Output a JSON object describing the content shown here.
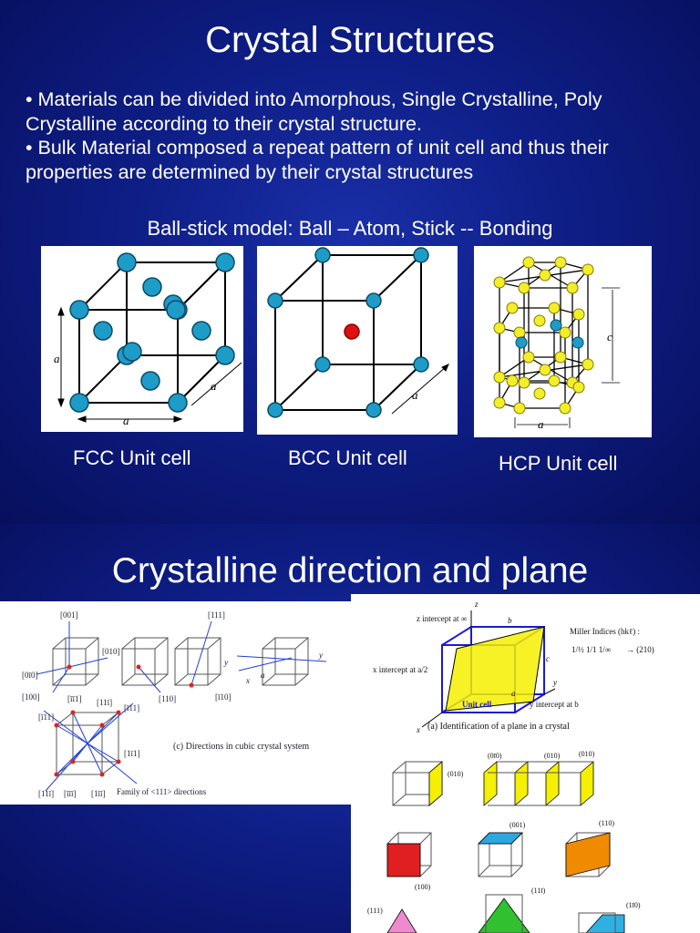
{
  "slide1": {
    "title": "Crystal Structures",
    "bullets": [
      "• Materials can be divided into Amorphous, Single Crystalline, Poly Crystalline according to their crystal structure.",
      "• Bulk Material composed a repeat pattern of unit cell and thus their properties are determined by their crystal structures"
    ],
    "caption": "Ball-stick model: Ball – Atom, Stick -- Bonding",
    "cells": [
      {
        "label": "FCC Unit cell",
        "axis_a": "a"
      },
      {
        "label": "BCC Unit cell",
        "axis_a": "a"
      },
      {
        "label": "HCP Unit cell",
        "axis_a": "a",
        "axis_c": "c"
      }
    ],
    "colors": {
      "atom_blue": "#1e9cc8",
      "atom_red": "#e01010",
      "atom_yellow": "#f2ef2a"
    }
  },
  "slide2": {
    "title": "Crystalline direction and plane",
    "left_fig": {
      "labels": {
        "d001": "[001]",
        "d010": "[010]",
        "d0b10": "[0ī0]",
        "d100": "[100]",
        "d111": "[111]",
        "d110": "[110]",
        "db110": "[ī10]",
        "y": "y",
        "x": "x",
        "a": "a",
        "f_t1": "[īī1]",
        "f_t2": "[11ī]",
        "f_l": "[ī11]",
        "f_r": "[ī11]",
        "f_rb": "[1ī1]",
        "f_b1": "[11ī]",
        "f_b2": "[īīī]",
        "f_b3": "[1īī]"
      },
      "caption": "(c) Directions in cubic crystal system",
      "family": "Family of <111> directions"
    },
    "right_fig": {
      "z_intercept": "z intercept at ∞",
      "miller": "Miller Indices (hkℓ) :",
      "fractions": "1/½  1/1  1/∞",
      "result": "→ (210)",
      "x_intercept": "x intercept at a/2",
      "y_intercept": "y intercept at b",
      "unit_cell": "Unit cell",
      "b": "b",
      "c": "c",
      "a": "a",
      "z": "z",
      "y": "y",
      "x": "x",
      "fig_caption": "(a) Identification of a plane in a crystal",
      "p010": "(010)",
      "p0b10": "(0ī0)",
      "p010b": "(010)",
      "p010c": "(010)",
      "p100": "(100)",
      "p001": "(001)",
      "p110": "(110)",
      "p111": "(111)",
      "p11b1": "(11ī)",
      "p1b10": "(1ī0)"
    }
  }
}
